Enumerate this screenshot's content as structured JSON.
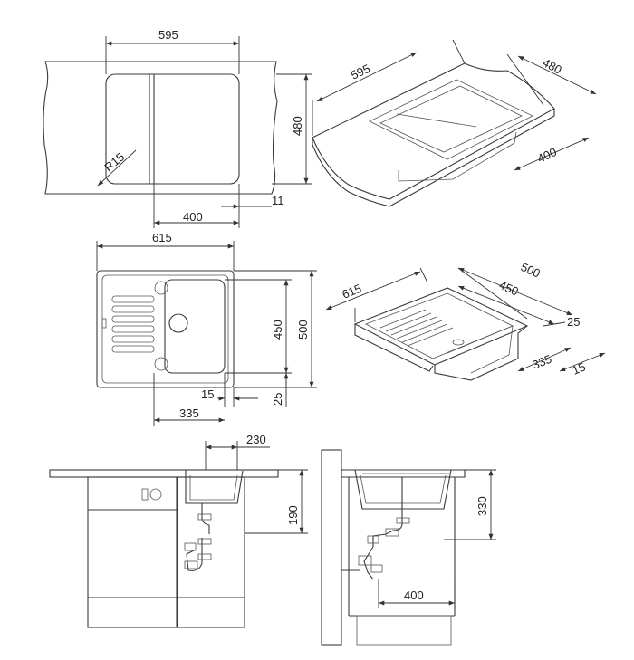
{
  "top_view_1": {
    "width": "595",
    "depth": "480",
    "radius": "R15",
    "bowl": "400",
    "edge": "11"
  },
  "iso_view_1": {
    "width": "595",
    "depth": "480",
    "bowl": "400"
  },
  "top_view_2": {
    "width": "615",
    "bowl_depth": "450",
    "depth": "500",
    "edge_a": "15",
    "edge_b": "25",
    "bowl": "335"
  },
  "iso_view_2": {
    "width": "615",
    "depth": "500",
    "bowl_depth": "450",
    "edge_b": "25",
    "bowl": "335",
    "edge_a": "15"
  },
  "side_view_1": {
    "offset": "230",
    "height": "190"
  },
  "side_view_2": {
    "height": "330",
    "distance": "400"
  }
}
